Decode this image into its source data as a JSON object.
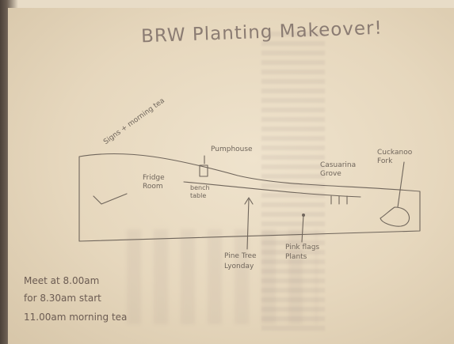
{
  "title": "BRW Planting Makeover!",
  "labels": {
    "morning_tea": "Signs + morning tea",
    "fridge": "Fridge Room",
    "pumphouse": "Pumphouse",
    "pumphouse_sub": "bench table",
    "casuarina": "Casuarina Grove",
    "cuckanoo": "Cuckanoo Fork",
    "pinetree": "Pine Tree Lyonday",
    "flag": "Pink flags Plants"
  },
  "notes": [
    "Meet at 8.00am",
    "for 8.30am start",
    "11.00am morning tea"
  ],
  "colors": {
    "paper": "#e9dcc4",
    "pencil": "#6f655b",
    "background": "#3a332c"
  }
}
